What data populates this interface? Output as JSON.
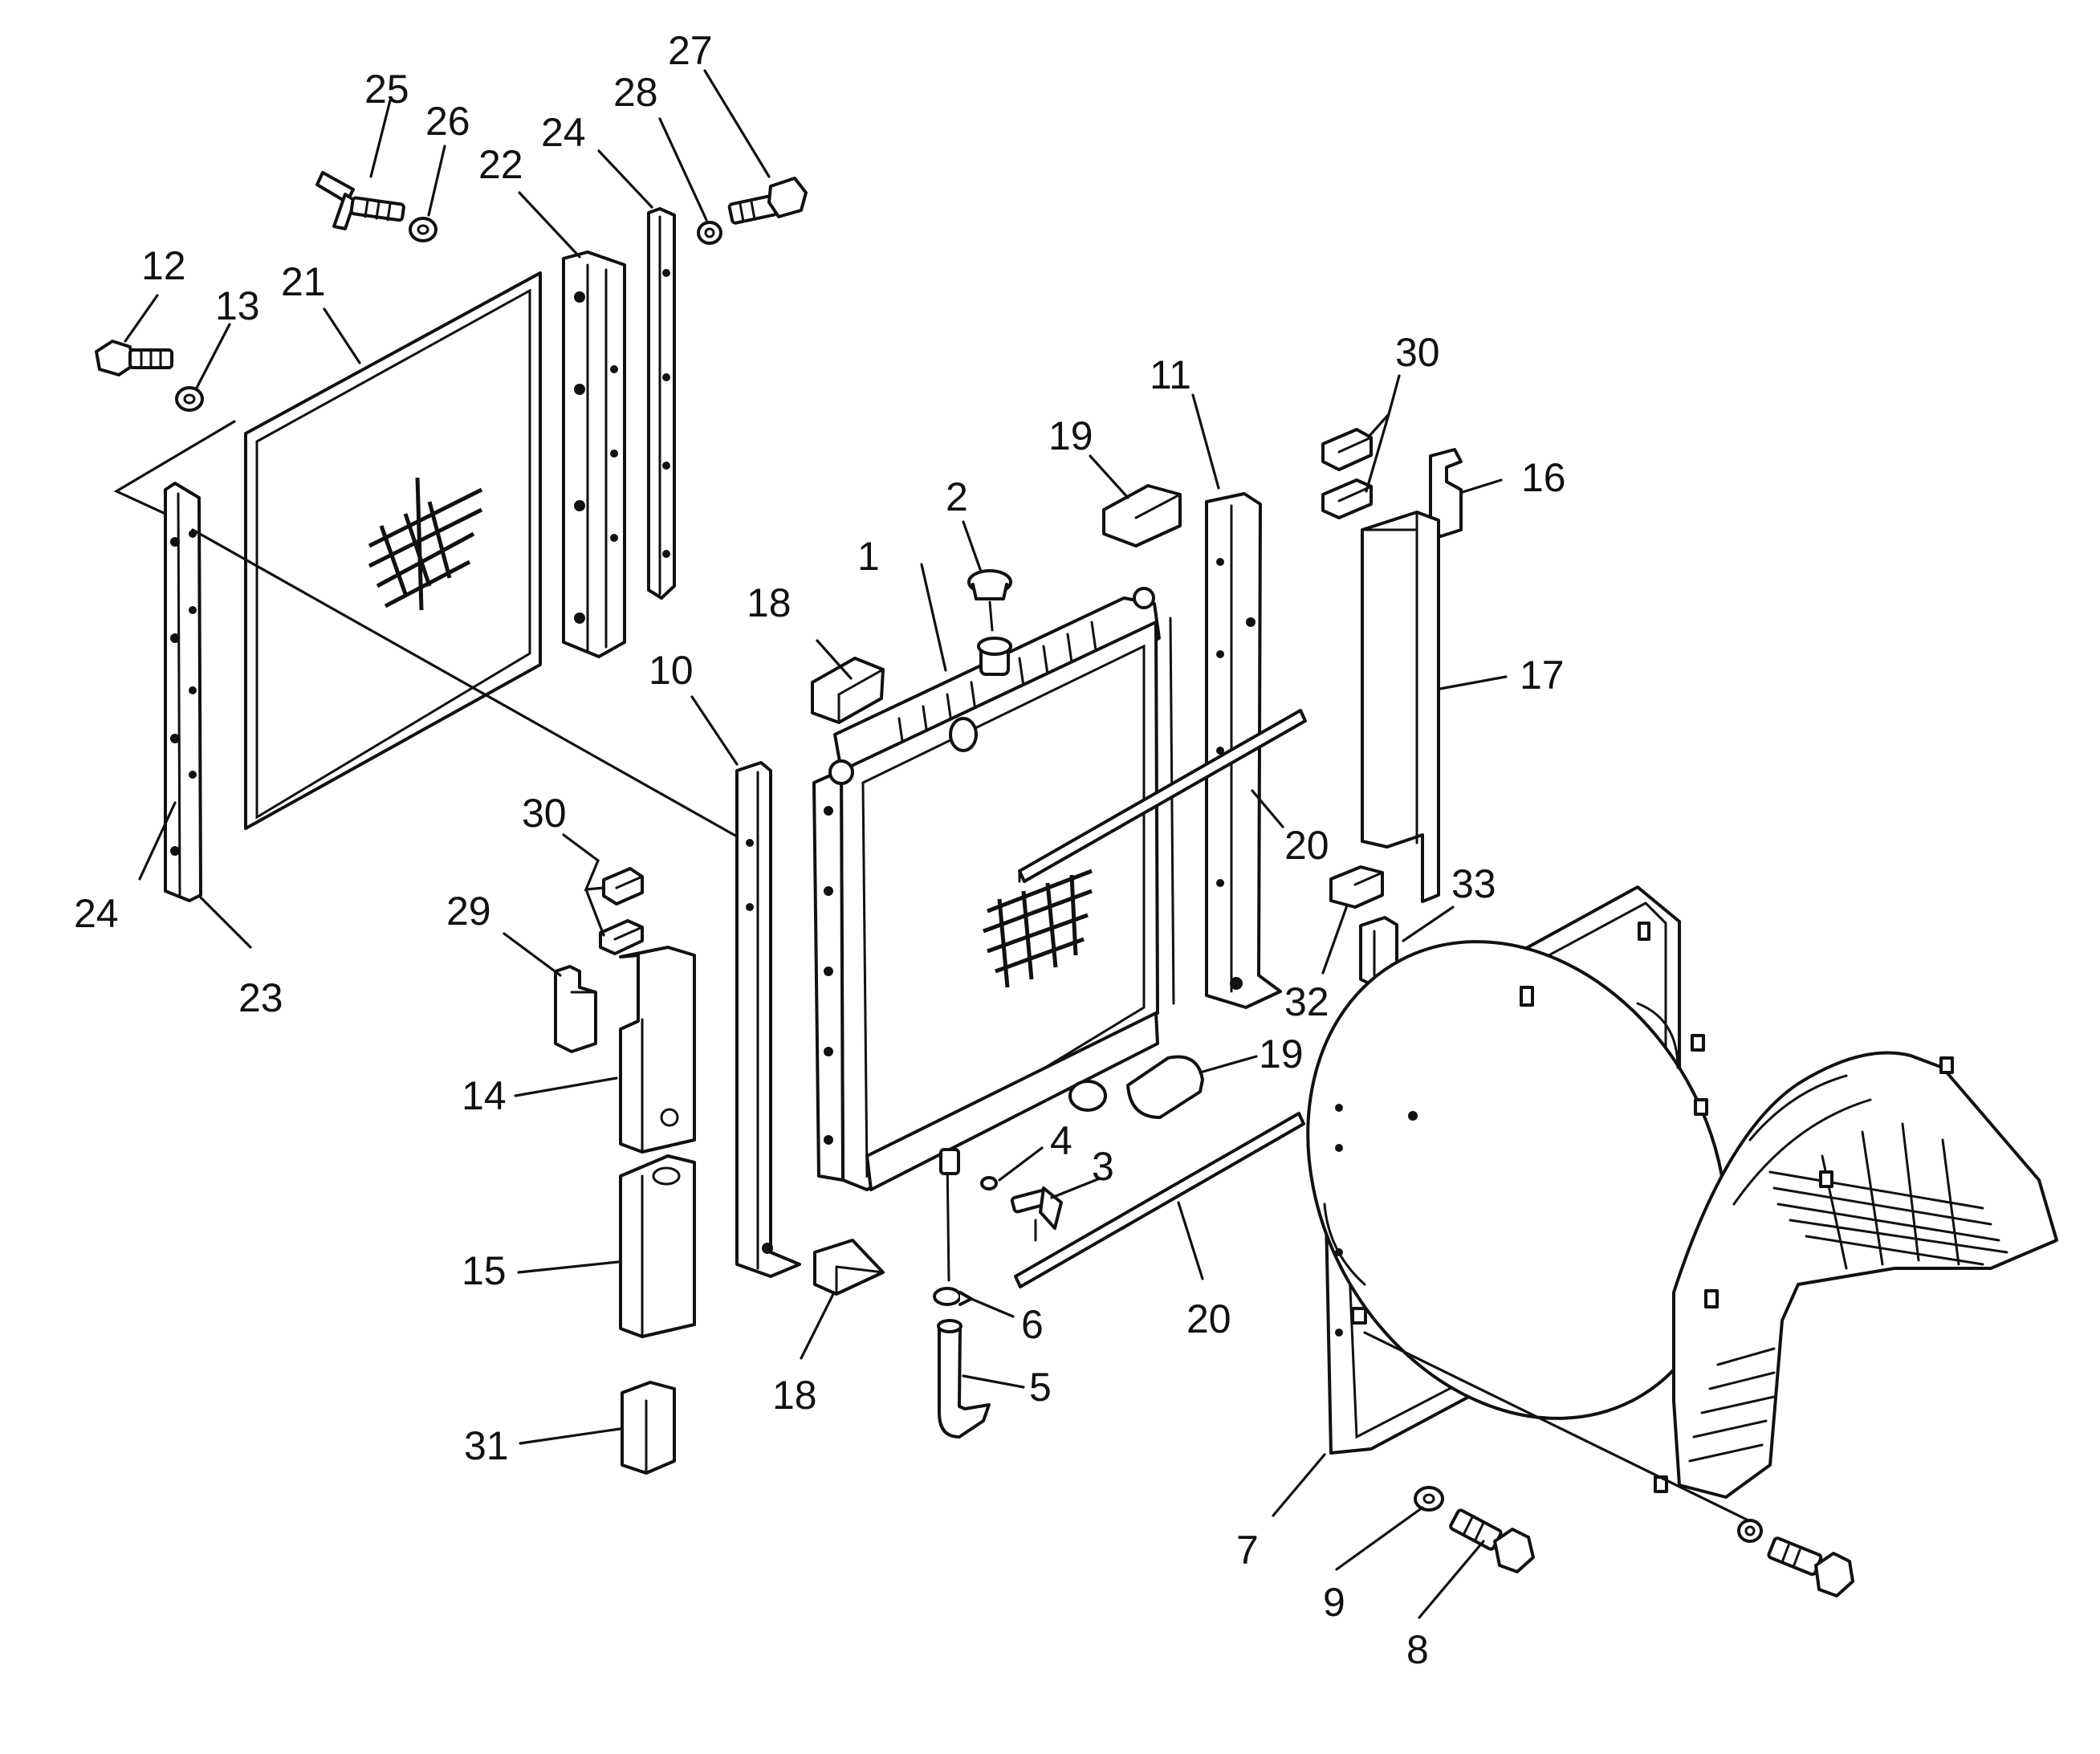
{
  "diagram": {
    "labels": {
      "n1": "1",
      "n2": "2",
      "n3": "3",
      "n4": "4",
      "n5": "5",
      "n6": "6",
      "n7": "7",
      "n8": "8",
      "n9": "9",
      "n10": "10",
      "n11": "11",
      "n12": "12",
      "n13": "13",
      "n14": "14",
      "n15": "15",
      "n16": "16",
      "n17": "17",
      "n18a": "18",
      "n18b": "18",
      "n19a": "19",
      "n19b": "19",
      "n20a": "20",
      "n20b": "20",
      "n21": "21",
      "n22": "22",
      "n23": "23",
      "n24a": "24",
      "n24b": "24",
      "n25": "25",
      "n26": "26",
      "n27": "27",
      "n28": "28",
      "n29": "29",
      "n30a": "30",
      "n30b": "30",
      "n31": "31",
      "n32": "32",
      "n33": "33"
    }
  }
}
